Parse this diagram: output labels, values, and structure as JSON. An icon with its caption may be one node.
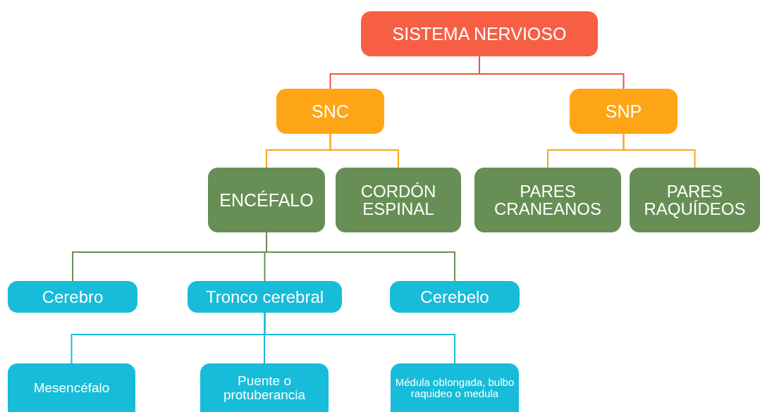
{
  "diagram": {
    "nodes": [
      {
        "text": [
          "SISTEMA NERVIOSO"
        ]
      },
      {
        "text": [
          "SNC"
        ]
      },
      {
        "text": [
          "SNP"
        ]
      },
      {
        "text": [
          "ENCÉFALO"
        ]
      },
      {
        "text": [
          "CORDÓN ESPINAL"
        ]
      },
      {
        "text": [
          "PARES CRANEANOS"
        ]
      },
      {
        "text": [
          "PARES RAQUÍDEOS"
        ]
      },
      {
        "text": [
          "Cerebro"
        ]
      },
      {
        "text": [
          "Tronco cerebral"
        ]
      },
      {
        "text": [
          "Cerebelo"
        ]
      },
      {
        "text": [
          "Mesencéfalo"
        ]
      },
      {
        "text": [
          "Puente o protuberancia"
        ]
      },
      {
        "text": [
          "Médula oblongada, bulbo raquideo o medula"
        ]
      }
    ],
    "edges": [
      {
        "from": 0,
        "to": 1,
        "arrow": "none",
        "color": "#f0533a"
      },
      {
        "from": 0,
        "to": 2,
        "arrow": "none",
        "color": "#f0533a"
      },
      {
        "from": 1,
        "to": 3,
        "arrow": "none",
        "color": "#f5a623"
      },
      {
        "from": 1,
        "to": 4,
        "arrow": "none",
        "color": "#f5a623"
      },
      {
        "from": 2,
        "to": 5,
        "arrow": "none",
        "color": "#f5a623"
      },
      {
        "from": 2,
        "to": 6,
        "arrow": "none",
        "color": "#f5a623"
      },
      {
        "from": 3,
        "to": 7,
        "arrow": "none",
        "color": "#678f55"
      },
      {
        "from": 3,
        "to": 8,
        "arrow": "none",
        "color": "#678f55"
      },
      {
        "from": 3,
        "to": 9,
        "arrow": "none",
        "color": "#678f55"
      },
      {
        "from": 8,
        "to": 10,
        "arrow": "none",
        "color": "#17bcd9"
      },
      {
        "from": 8,
        "to": 11,
        "arrow": "none",
        "color": "#17bcd9"
      },
      {
        "from": 8,
        "to": 12,
        "arrow": "none",
        "color": "#17bcd9"
      }
    ]
  }
}
